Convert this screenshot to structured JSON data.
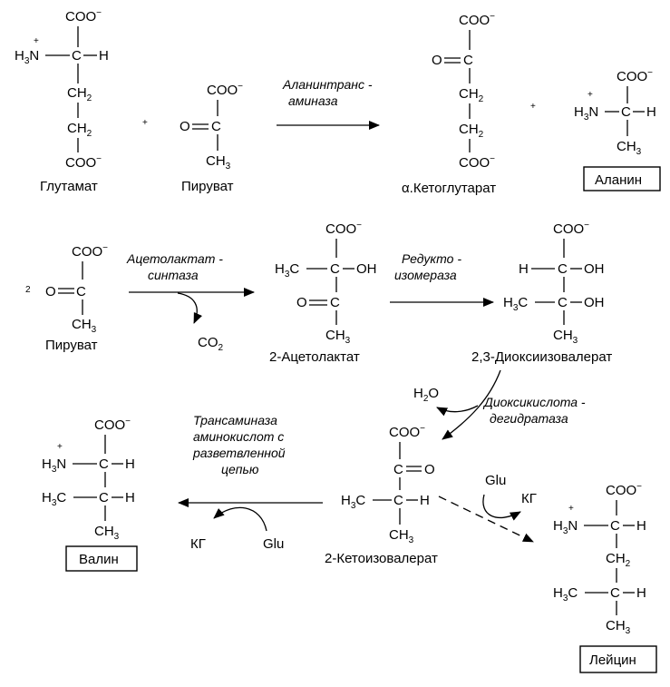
{
  "groups": {
    "coo": "COO",
    "minus": "−",
    "plus": "+",
    "h3n": "H",
    "h3n_sub": "3",
    "n": "N",
    "c": "C",
    "h": "H",
    "o": "O",
    "oh": "OH",
    "ch2": "CH",
    "ch2_sub": "2",
    "ch3": "CH",
    "ch3_sub": "3",
    "h3c": "H",
    "h3c_sub": "3",
    "h3c_c": "C"
  },
  "reaction1": {
    "plus1": "+",
    "plus2": "+",
    "enzyme_line1": "Аланинтранс -",
    "enzyme_line2": "аминаза",
    "glutamate": "Глутамат",
    "pyruvate": "Пируват",
    "ketoglutarate": "α.Кетоглутарат",
    "alanine": "Аланин"
  },
  "reaction2": {
    "coef": "2",
    "pyruvate": "Пируват",
    "enzyme1_line1": "Ацетолактат -",
    "enzyme1_line2": "синтаза",
    "co2": "CO",
    "co2_sub": "2",
    "acetolactate": "2-Ацетолактат",
    "enzyme2_line1": "Редукто -",
    "enzyme2_line2": "изомераза",
    "dihydroxy": "2,3-Диоксиизовалерат"
  },
  "reaction3": {
    "h2o_h": "H",
    "h2o_sub": "2",
    "h2o_o": "O",
    "enzyme_line1": "Диоксикислота -",
    "enzyme_line2": "дегидратаза",
    "ketoisovalerate": "2-Кетоизовалерат"
  },
  "reaction4": {
    "enzyme_line1": "Трансаминаза",
    "enzyme_line2": "аминокислот с",
    "enzyme_line3": "разветвленной",
    "enzyme_line4": "цепью",
    "kg": "КГ",
    "glu": "Glu",
    "valine": "Валин"
  },
  "reaction5": {
    "glu": "Glu",
    "kg": "КГ",
    "leucine": "Лейцин"
  }
}
